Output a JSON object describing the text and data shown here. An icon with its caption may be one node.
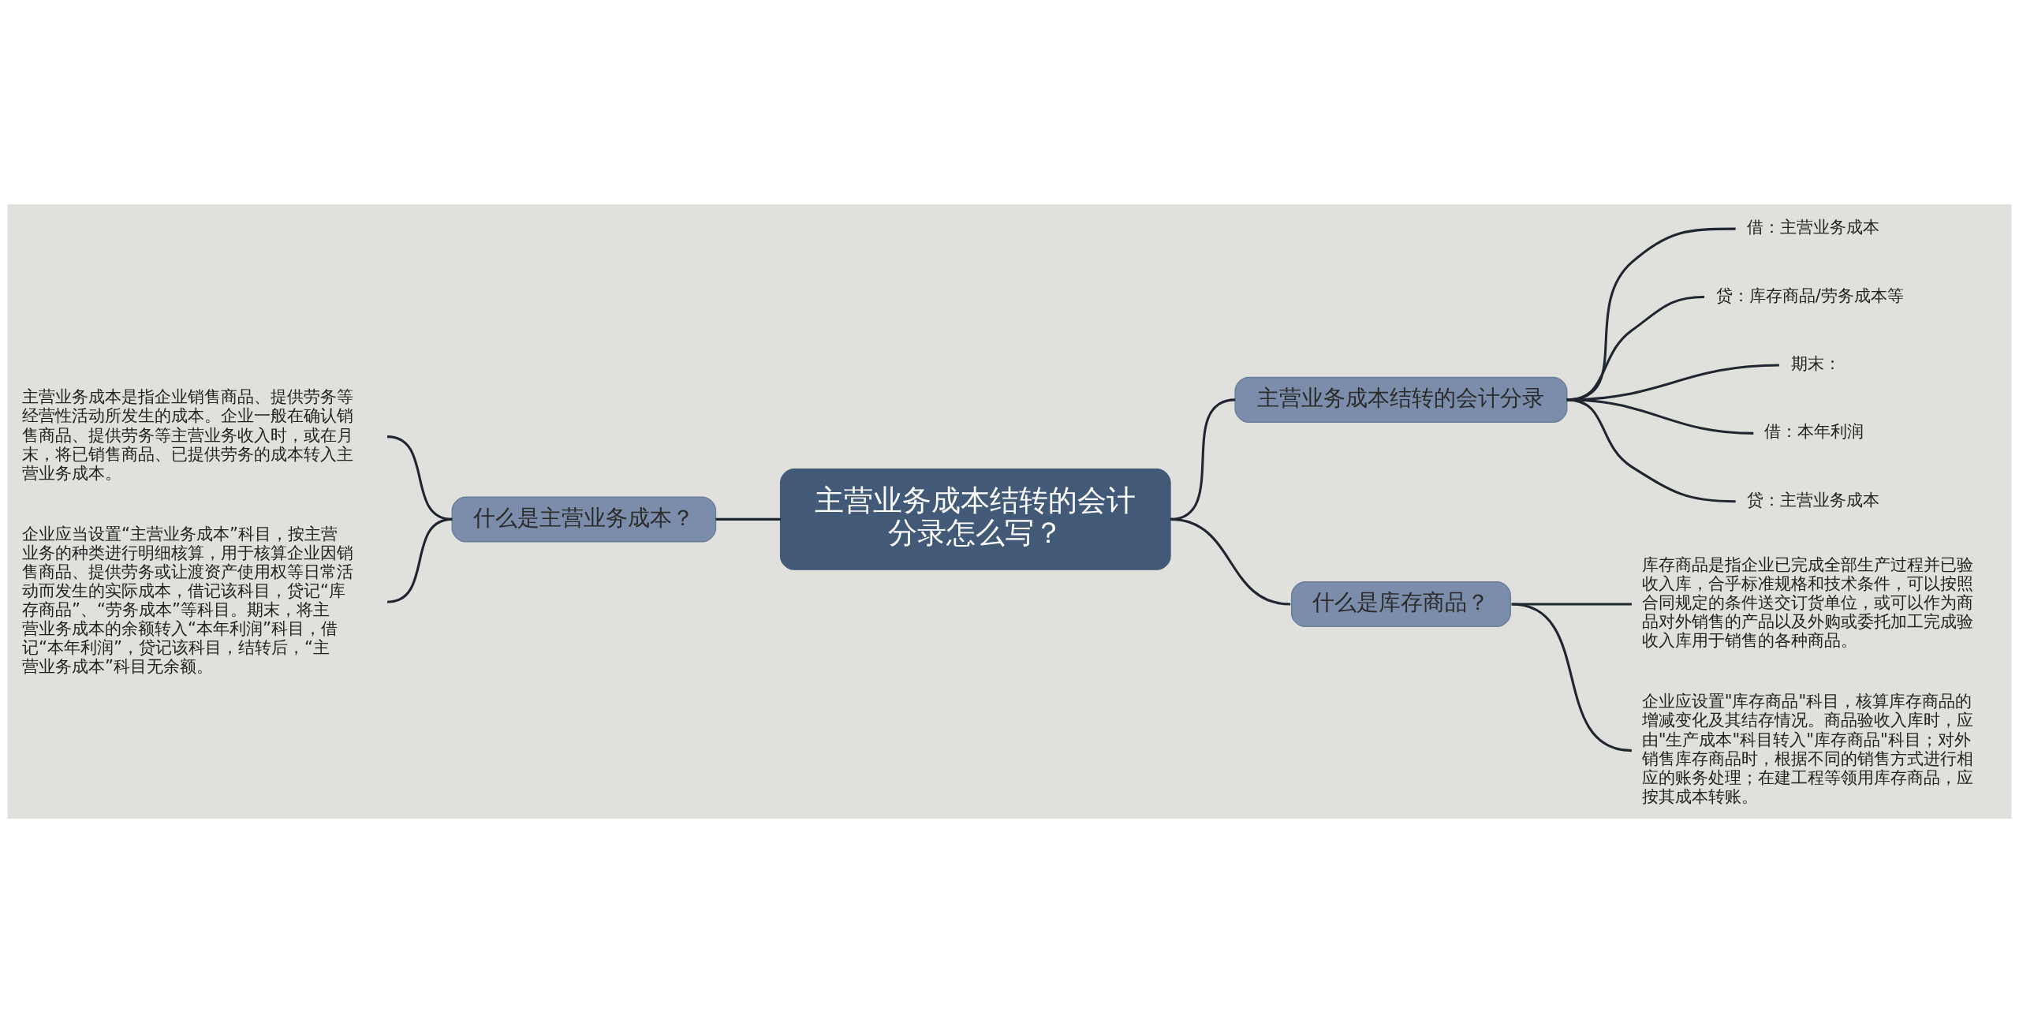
{
  "diagram": {
    "nodes": [
      {
        "text": [
          "主营业务成本结转的会计分录怎么写？"
        ]
      },
      {
        "text": [
          "什么是主营业务成本？"
        ]
      },
      {
        "text": [
          "主营业务成本是指企业销售商品、提供劳务等经营性活动所发生的成本。企业一般在确认销售商品、提供劳务等主营业务收入时，或在月末，将已销售商品、已提供劳务的成本转入主营业务成本。"
        ]
      },
      {
        "text": [
          "企业应当设置“主营业务成本”科目，按主营业务的种类进行明细核算，用于核算企业因销售商品、提供劳务或让渡资产使用权等日常活动而发生的实际成本，借记该科目，贷记“库存商品”、“劳务成本”等科目。期末，将主营业务成本的余额转入“本年利润”科目，借记“本年利润”，贷记该科目，结转后，“主营业务成本”科目无余额。"
        ]
      },
      {
        "text": [
          "主营业务成本结转的会计分录"
        ]
      },
      {
        "text": [
          "借：主营业务成本"
        ]
      },
      {
        "text": [
          "贷：库存商品/劳务成本等"
        ]
      },
      {
        "text": [
          "期末："
        ]
      },
      {
        "text": [
          "借：本年利润"
        ]
      },
      {
        "text": [
          "贷：主营业务成本"
        ]
      },
      {
        "text": [
          "什么是库存商品？"
        ]
      },
      {
        "text": [
          "库存商品是指企业已完成全部生产过程并已验收入库，合乎标准规格和技术条件，可以按照合同规定的条件送交订货单位，或可以作为商品对外销售的产品以及外购或委托加工完成验收入库用于销售的各种商品。"
        ]
      },
      {
        "text": [
          "企业应设置\"库存商品\"科目，核算库存商品的增减变化及其结存情况。商品验收入库时，应由\"生产成本\"科目转入\"库存商品\"科目；对外销售库存商品时，根据不同的销售方式进行相应的账务处理；在建工程等领用库存商品，应按其成本转账。"
        ]
      }
    ],
    "edges": [
      {
        "from": 0,
        "to": 1,
        "arrow": "none"
      },
      {
        "from": 1,
        "to": 2,
        "arrow": "none"
      },
      {
        "from": 1,
        "to": 3,
        "arrow": "none"
      },
      {
        "from": 0,
        "to": 4,
        "arrow": "none"
      },
      {
        "from": 4,
        "to": 5,
        "arrow": "none"
      },
      {
        "from": 4,
        "to": 6,
        "arrow": "none"
      },
      {
        "from": 4,
        "to": 7,
        "arrow": "none"
      },
      {
        "from": 4,
        "to": 8,
        "arrow": "none"
      },
      {
        "from": 4,
        "to": 9,
        "arrow": "none"
      },
      {
        "from": 0,
        "to": 10,
        "arrow": "none"
      },
      {
        "from": 10,
        "to": 11,
        "arrow": "none"
      },
      {
        "from": 10,
        "to": 12,
        "arrow": "none"
      }
    ]
  }
}
